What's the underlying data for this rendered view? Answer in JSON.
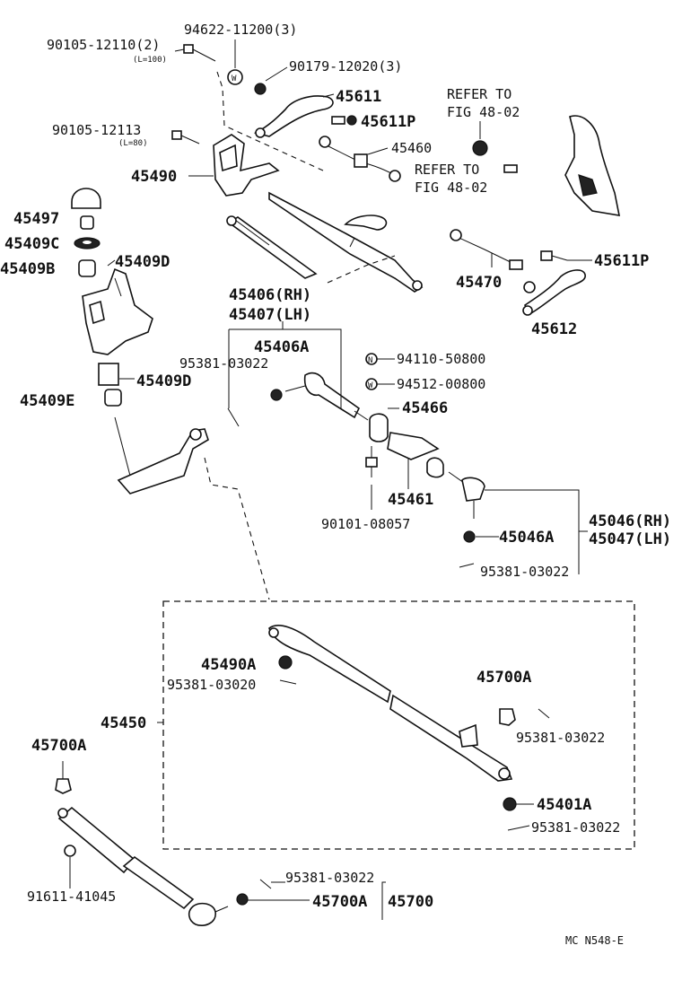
{
  "diagram": {
    "labels": {
      "p94622": "94622-11200(3)",
      "p90105a": "90105-12110(2)",
      "p90105a_note": "(L=100)",
      "p90179": "90179-12020(3)",
      "p45611": "45611",
      "refer1a": "REFER TO",
      "refer1b": "FIG 48-02",
      "p90105b": "90105-12113",
      "p90105b_note": "(L=80)",
      "p45611P_top": "45611P",
      "p45460": "45460",
      "refer2a": "REFER TO",
      "refer2b": "FIG 48-02",
      "p45490": "45490",
      "p45497": "45497",
      "p45409C": "45409C",
      "p45409B": "45409B",
      "p45409D_top": "45409D",
      "p45611P_right": "45611P",
      "p45470": "45470",
      "p45406RH": "45406(RH)",
      "p45407LH": "45407(LH)",
      "p45612": "45612",
      "p45406A": "45406A",
      "p95381_a": "95381-03022",
      "p94110": "94110-50800",
      "p45409D_bot": "45409D",
      "p94512": "94512-00800",
      "p45409E": "45409E",
      "p45466": "45466",
      "p45461": "45461",
      "p90101": "90101-08057",
      "p45046RH": "45046(RH)",
      "p45046A": "45046A",
      "p45047LH": "45047(LH)",
      "p95381_b": "95381-03022",
      "p45490A": "45490A",
      "p95381_020": "95381-03020",
      "p45700A_box": "45700A",
      "p45450": "45450",
      "p95381_c": "95381-03022",
      "p45700A_left": "45700A",
      "p45401A": "45401A",
      "p95381_d": "95381-03022",
      "p91611": "91611-41045",
      "p95381_e": "95381-03022",
      "p45700A_bot": "45700A",
      "p45700": "45700",
      "fig_code": "MC  N548-E"
    },
    "symbols": {
      "washer_mark": "W",
      "nut_mark": "N"
    }
  }
}
